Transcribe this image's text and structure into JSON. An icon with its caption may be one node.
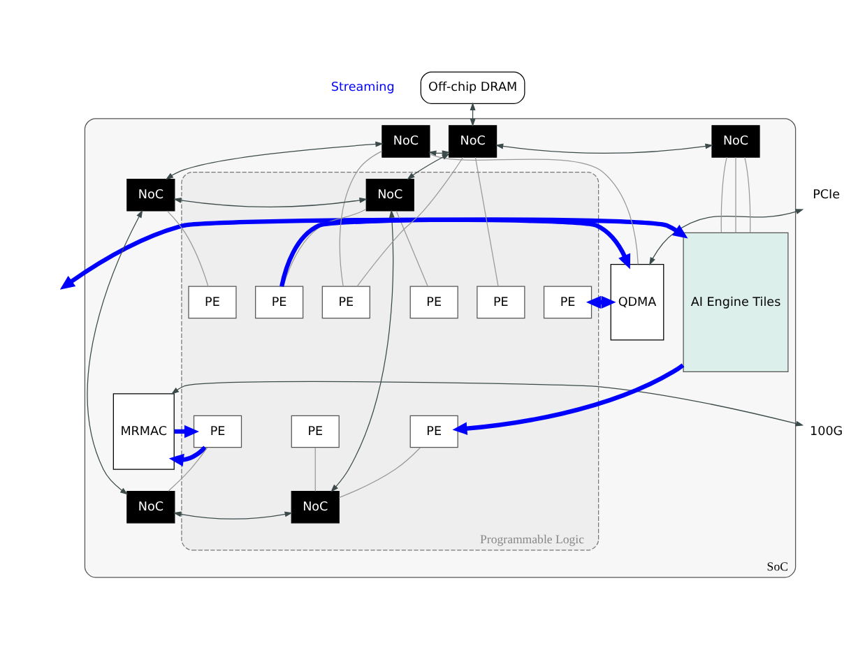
{
  "diagram": {
    "nodes": [
      {
        "text": [
          "Off-chip DRAM"
        ]
      },
      {
        "text": [
          "SoC"
        ]
      },
      {
        "text": [
          "Programmable Logic"
        ],
        "in": 1
      },
      {
        "text": [
          "NoC"
        ],
        "in": 1
      },
      {
        "text": [
          "NoC"
        ],
        "in": 1
      },
      {
        "text": [
          "NoC"
        ],
        "in": 1
      },
      {
        "text": [
          "QDMA"
        ],
        "in": 1
      },
      {
        "text": [
          "PE"
        ],
        "in": 2
      },
      {
        "text": [
          "PE"
        ],
        "in": 2
      },
      {
        "text": [
          "PE"
        ],
        "in": 2
      },
      {
        "text": [
          "NoC"
        ],
        "in": 1
      },
      {
        "text": [
          "NoC"
        ],
        "in": 2
      },
      {
        "text": [
          "PE"
        ],
        "in": 2
      },
      {
        "text": [
          "PE"
        ],
        "in": 2
      },
      {
        "text": [
          "PE"
        ],
        "in": 2
      },
      {
        "text": [
          "AI Engine Tiles"
        ],
        "in": 1
      },
      {
        "text": [
          "MRMAC"
        ],
        "in": 1
      },
      {
        "text": [
          "PE"
        ],
        "in": 2
      },
      {
        "text": [
          "PE"
        ],
        "in": 2
      },
      {
        "text": [
          "PE"
        ],
        "in": 2
      },
      {
        "text": [
          "NoC"
        ],
        "in": 1
      },
      {
        "text": [
          "NoC"
        ],
        "in": 2
      },
      {
        "text": [
          "PCIe"
        ]
      },
      {
        "text": [
          "100G"
        ]
      }
    ],
    "edges": [
      {
        "from": 0,
        "to": 4,
        "arrow": "both",
        "color": "#3c4a4a"
      },
      {
        "from": 3,
        "to": 4,
        "arrow": "both",
        "color": "#3c4a4a"
      },
      {
        "from": 4,
        "to": 5,
        "arrow": "both",
        "color": "#3c4a4a"
      },
      {
        "from": 3,
        "to": 10,
        "arrow": "both",
        "color": "#3c4a4a"
      },
      {
        "from": 10,
        "to": 20,
        "arrow": "both",
        "color": "#3c4a4a"
      },
      {
        "from": 4,
        "to": 11,
        "arrow": "both",
        "color": "#3c4a4a"
      },
      {
        "from": 11,
        "to": 21,
        "arrow": "both",
        "color": "#3c4a4a"
      },
      {
        "from": 10,
        "to": 11,
        "arrow": "both",
        "color": "#3c4a4a"
      },
      {
        "from": 20,
        "to": 21,
        "arrow": "both",
        "color": "#3c4a4a"
      },
      {
        "from": 22,
        "to": 6,
        "arrow": "both",
        "color": "#3c4a4a"
      },
      {
        "from": 23,
        "to": 16,
        "arrow": "both",
        "color": "#3c4a4a"
      },
      {
        "from": 3,
        "to": 6,
        "arrow": "none",
        "color": "#999999"
      },
      {
        "from": 3,
        "to": 7,
        "arrow": "none",
        "color": "#999999"
      },
      {
        "from": 4,
        "to": 7,
        "arrow": "none",
        "color": "#999999"
      },
      {
        "from": 4,
        "to": 9,
        "arrow": "none",
        "color": "#999999"
      },
      {
        "from": 5,
        "to": 15,
        "arrow": "none",
        "color": "#999999"
      },
      {
        "from": 5,
        "to": 15,
        "arrow": "none",
        "color": "#999999"
      },
      {
        "from": 5,
        "to": 15,
        "arrow": "none",
        "color": "#999999"
      },
      {
        "from": 10,
        "to": 12,
        "arrow": "none",
        "color": "#999999"
      },
      {
        "from": 11,
        "to": 13,
        "arrow": "none",
        "color": "#999999"
      },
      {
        "from": 11,
        "to": 14,
        "arrow": "none",
        "color": "#999999"
      },
      {
        "from": 17,
        "to": 20,
        "arrow": "none",
        "color": "#999999"
      },
      {
        "from": 18,
        "to": 21,
        "arrow": "none",
        "color": "#999999"
      },
      {
        "from": 19,
        "to": 21,
        "arrow": "none",
        "color": "#999999"
      },
      {
        "from": null,
        "to": 6,
        "arrow": "both",
        "style": "thick",
        "color": "#0000ff"
      },
      {
        "from": 6,
        "to": 8,
        "arrow": "to",
        "style": "thick",
        "color": "#0000ff"
      },
      {
        "from": 8,
        "to": 6,
        "arrow": "to",
        "style": "thick",
        "color": "#0000ff"
      },
      {
        "from": 17,
        "to": 16,
        "arrow": "to",
        "style": "thick",
        "color": "#0000ff"
      },
      {
        "from": 16,
        "to": 17,
        "arrow": "to",
        "style": "thick",
        "color": "#0000ff"
      },
      {
        "from": 14,
        "to": 15,
        "arrow": "to",
        "style": "thick",
        "color": "#0000ff"
      },
      {
        "from": 15,
        "to": 19,
        "arrow": "to",
        "style": "thick",
        "color": "#0000ff"
      }
    ],
    "labels": [
      "Streaming"
    ]
  }
}
